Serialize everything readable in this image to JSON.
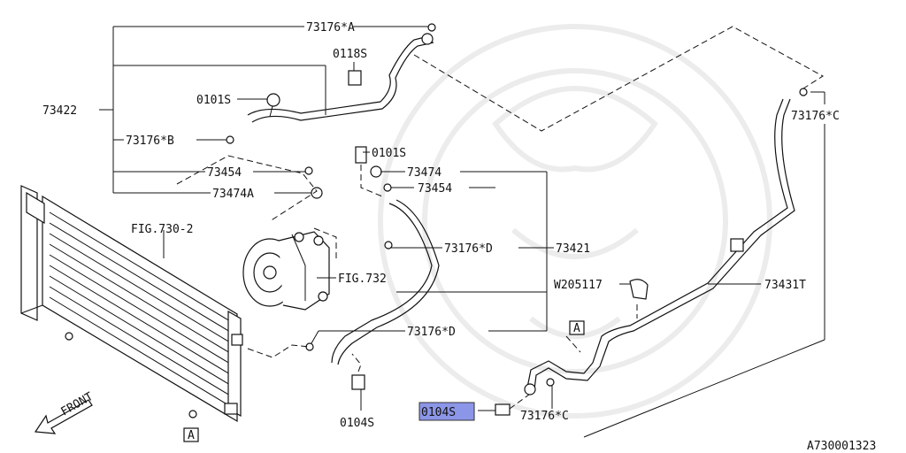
{
  "labels": {
    "l73176A": "73176*A",
    "l0118S": "0118S",
    "l0101S_a": "0101S",
    "l73422": "73422",
    "l73176B": "73176*B",
    "l73454_a": "73454",
    "l73474A": "73474A",
    "l0101S_b": "0101S",
    "l73474": "73474",
    "l73454_b": "73454",
    "l73176C_a": "73176*C",
    "lFIG730": "FIG.730-2",
    "l73176D_a": "73176*D",
    "l73421": "73421",
    "lFIG732": "FIG.732",
    "lW205117": "W205117",
    "l73431T": "73431T",
    "l73176D_b": "73176*D",
    "lA_a": "A",
    "l0104S_a": "0104S",
    "l0104S_hl": "0104S",
    "l73176C_b": "73176*C",
    "lFront": "FRONT",
    "lA_b": "A",
    "diagramId": "A730001323"
  },
  "colors": {
    "highlight": "#8c96e8",
    "line": "#111111"
  },
  "icons": {
    "front": "front-arrow-icon"
  }
}
